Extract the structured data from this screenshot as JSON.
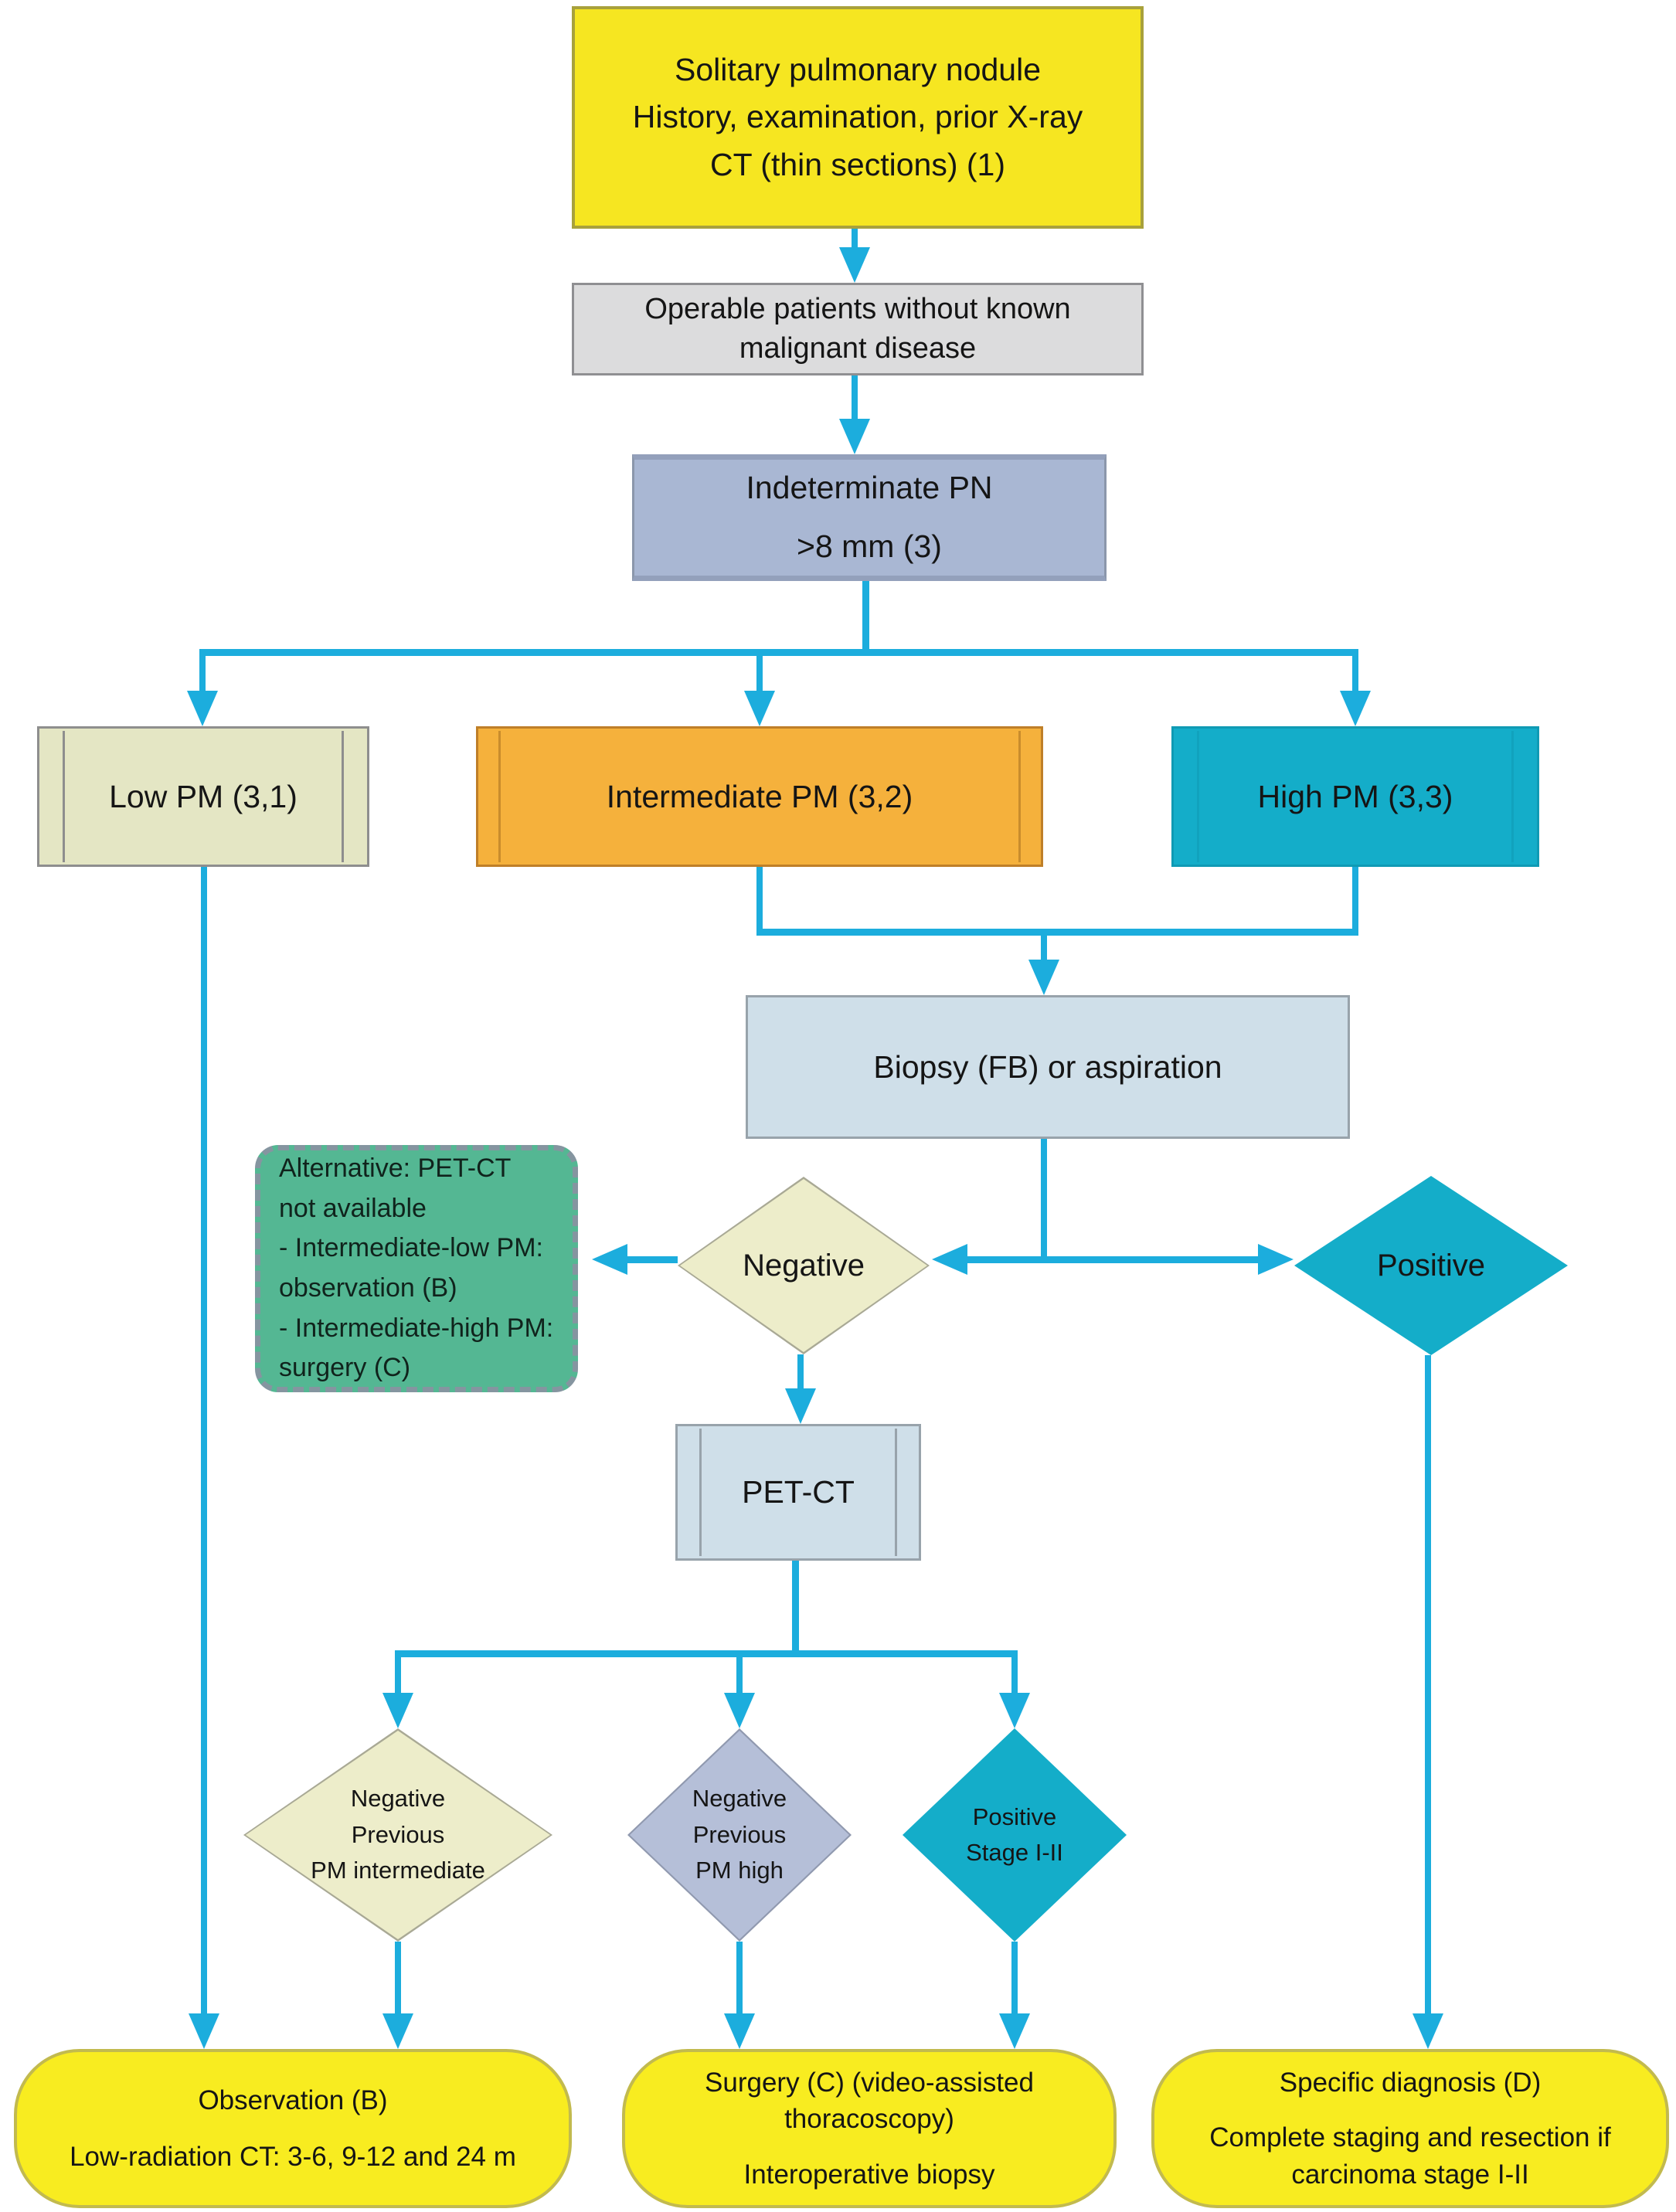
{
  "colors": {
    "arrow": "#1caddd",
    "text": "#151515",
    "box_yellow": "#f6e621",
    "box_yellow_border": "#a8a13c",
    "box_gray": "#dcdcdd",
    "box_gray_border": "#8f8f92",
    "box_indeterminate": "#a9b7d3",
    "box_indeterminate_border": "#8b97ab",
    "box_low": "#e4e6c4",
    "box_low_border": "#8e8e8e",
    "box_intermediate": "#f5b13c",
    "box_intermediate_border": "#bf7f28",
    "box_high": "#14adc9",
    "box_high_border": "#0f9ab4",
    "box_biopsy": "#cfdfe9",
    "box_biopsy_border": "#98a3ab",
    "note_green": "#54b793",
    "note_green_border": "#8595a0",
    "diamond_cream": "#ededca",
    "diamond_cream_border": "#a9a995",
    "diamond_lavender": "#b5bfd8",
    "diamond_lavender_border": "#9099af",
    "diamond_teal": "#14adc9",
    "terminal_yellow": "#f8ec20",
    "terminal_yellow_border": "#c2ba4e"
  },
  "nodes": {
    "start": {
      "lines": [
        "Solitary pulmonary nodule",
        "History, examination, prior X-ray",
        "CT (thin sections) (1)"
      ]
    },
    "operable": {
      "lines": [
        "Operable patients without known",
        "malignant disease"
      ]
    },
    "indeterminate": {
      "lines": [
        "Indeterminate PN",
        ">8 mm (3)"
      ]
    },
    "low_pm": {
      "label": "Low PM (3,1)"
    },
    "intermediate_pm": {
      "label": "Intermediate PM (3,2)"
    },
    "high_pm": {
      "label": "High PM (3,3)"
    },
    "biopsy": {
      "label": "Biopsy (FB) or aspiration"
    },
    "alternative_note": {
      "lines": [
        "Alternative: PET-CT",
        "not available",
        "- Intermediate-low PM:",
        "observation (B)",
        "- Intermediate-high PM:",
        "surgery (C)"
      ]
    },
    "negative": {
      "label": "Negative"
    },
    "positive": {
      "label": "Positive"
    },
    "pet_ct": {
      "label": "PET-CT"
    },
    "neg_prev_intermediate": {
      "lines": [
        "Negative",
        "Previous",
        "PM intermediate"
      ]
    },
    "neg_prev_high": {
      "lines": [
        "Negative",
        "Previous",
        "PM high"
      ]
    },
    "positive_stage": {
      "lines": [
        "Positive",
        "Stage I-II"
      ]
    },
    "observation": {
      "lines": [
        "Observation (B)",
        "Low-radiation CT: 3-6, 9-12 and 24 m"
      ]
    },
    "surgery": {
      "lines": [
        "Surgery (C) (video-assisted",
        "thoracoscopy)",
        "Interoperative biopsy"
      ]
    },
    "specific_diagnosis": {
      "lines": [
        "Specific diagnosis (D)",
        "Complete staging and resection if",
        "carcinoma stage I-II"
      ]
    }
  }
}
